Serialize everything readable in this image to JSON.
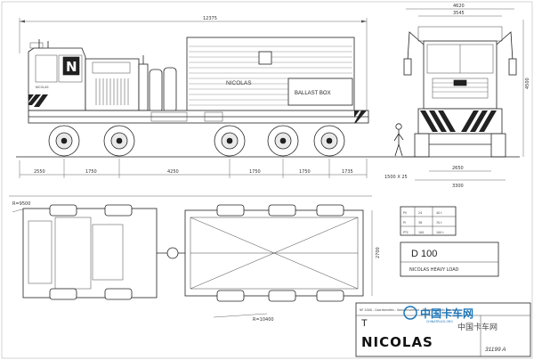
{
  "dimensions": {
    "overall_length": "12375",
    "seg_1": "2550",
    "seg_2": "1750",
    "seg_3": "4250",
    "seg_4": "1750",
    "seg_5": "1750",
    "seg_6": "1735",
    "rear_clearance": "1500 X 25",
    "front_width_top": "4620",
    "front_width_top2": "3545",
    "front_height": "4500",
    "track_width": "2650",
    "overall_width": "3300",
    "turn_radius": "R=9500",
    "plan_width": "2700",
    "turn_radius_2": "R=10400"
  },
  "labels": {
    "cab_brand": "NICOLAS",
    "ballast_box_brand": "NICOLAS",
    "ballast_box": "BALLAST BOX",
    "model": "D 100",
    "model_sub": "NICOLAS HEAVY LOAD",
    "drawing_number": "31199 A",
    "title_partial": "T",
    "logo": "NICOLAS",
    "title_block_text": "NF 1000 - Coordonnées - Sous-ensemble - Tracteur - Poids lourd"
  },
  "weights": [
    {
      "key": "PV",
      "v1": "24",
      "v2": "40 t"
    },
    {
      "key": "Pl",
      "v1": "38",
      "v2": "70 t"
    },
    {
      "key": "PTC",
      "v1": "100",
      "v2": "100 t"
    }
  ],
  "watermark": {
    "site_cn": "中国卡车网",
    "site_en": "CHINATRUCK.ORG",
    "account": "中国卡车网"
  }
}
